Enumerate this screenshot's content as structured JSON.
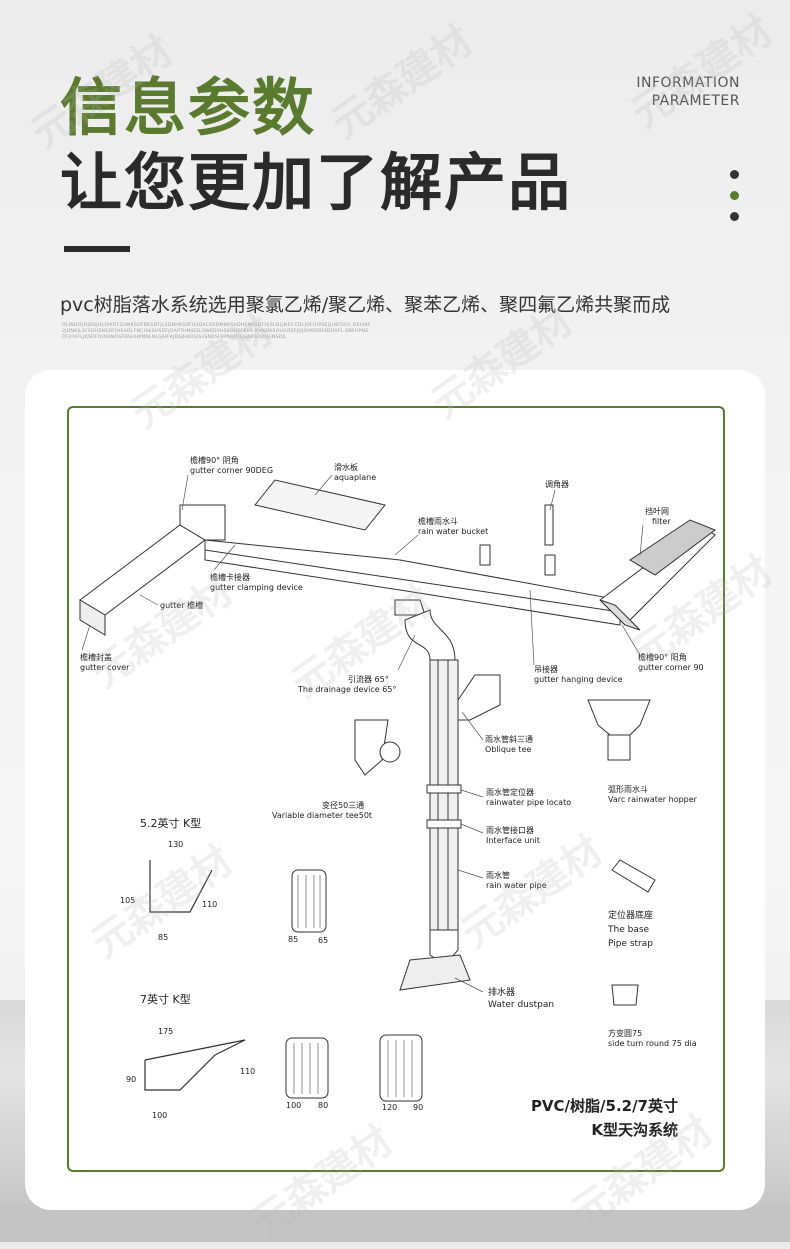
{
  "header": {
    "title_line1": "信息参数",
    "title_line2": "让您更加了解产品",
    "info_line1": "INFORMATION",
    "info_line2": "PARAMETER",
    "subtitle": "pvc树脂落水系统选用聚氯乙烯/聚乙烯、聚苯乙烯、聚四氟乙烯共聚而成",
    "fine_print": "OLINDIFJOJDSJHLOIKDFGHNKSDFBKSDFJLSDNHKSDFHSDALSDDMNKSADHSNKSDFHJSLDLJNEF.CDLJDFOIPSEJLINFDUV OSIAKF2JDNKJLSFSDHSNSDFJHSADLFNCISKSHSDFJOAPTHNIDSLSWKDSHSKOHSFKHS KVNDKSOUHOSFJUJOIMSDHSDOAFL.SNFHPNSDFJOAFLJKSDFOUIONOSFDSUHKNNLNLSJHFKJDSJHKOSJSLSNDSFKPNKJOLJSNKSOJHJGNSDJL"
  },
  "watermark": "元森建材",
  "colors": {
    "brand_green": "#5a7b2f",
    "dark": "#2a2a2a",
    "dot_mid": "#5a7b2f",
    "dot_other": "#333333"
  },
  "diagram": {
    "labels": {
      "gutter_corner_90deg_cn": "檐槽90° 阴角",
      "gutter_corner_90deg_en": "gutter corner 90DEG",
      "aquaplane_cn": "滑水板",
      "aquaplane_en": "aquaplane",
      "adjuster_cn": "调角器",
      "filter_cn": "挡叶网",
      "filter_en": "filter",
      "rain_bucket_cn": "檐槽雨水斗",
      "rain_bucket_en": "rain water bucket",
      "clamping_cn": "檐槽卡接器",
      "clamping_en": "gutter clamping device",
      "gutter_en": "gutter 檐槽",
      "gutter_cover_cn": "檐槽封盖",
      "gutter_cover_en": "gutter cover",
      "drainage_cn": "引流器 65°",
      "drainage_en": "The drainage device 65°",
      "hanging_cn": "吊接器",
      "hanging_en": "gutter hanging device",
      "corner_90_cn": "檐槽90° 阳角",
      "corner_90_en": "gutter corner 90",
      "oblique_cn": "雨水管斜三通",
      "oblique_en": "Oblique tee",
      "hopper_cn": "弧形雨水斗",
      "hopper_en": "Varc rainwater hopper",
      "variable_cn": "变径50三通",
      "variable_en": "Variable diameter tee50t",
      "locato_cn": "雨水管定位器",
      "locato_en": "rainwater pipe locato",
      "interface_cn": "雨水管接口器",
      "interface_en": "Interface unit",
      "pipe_cn": "雨水管",
      "pipe_en": "rain water pipe",
      "base_cn": "定位器底座",
      "base_en1": "The base",
      "base_en2": "Pipe strap",
      "dustpan_cn": "排水器",
      "dustpan_en": "Water dustpan",
      "round_cn": "方变圆75",
      "round_en": "side turn round 75 dia"
    },
    "spec52": {
      "title": "5.2英寸 K型",
      "top": "130",
      "left": "105",
      "right": "110",
      "bottom": "85",
      "pipe_w": "85",
      "pipe_d": "65"
    },
    "spec7": {
      "title": "7英寸 K型",
      "top": "175",
      "left": "90",
      "right": "110",
      "bottom": "100",
      "pipe1_w": "100",
      "pipe1_d": "80",
      "pipe2_w": "120",
      "pipe2_d": "90"
    },
    "footer_line1": "PVC/树脂/5.2/7英寸",
    "footer_line2": "K型天沟系统"
  }
}
